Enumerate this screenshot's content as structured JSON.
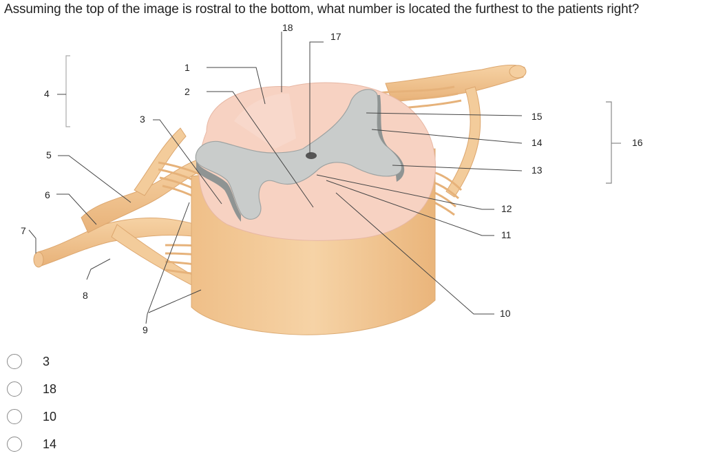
{
  "question": {
    "text": "Assuming the top of the image is rostral to the bottom, what number is located the furthest to the patients right?"
  },
  "figure": {
    "labels": {
      "l1": "1",
      "l2": "2",
      "l3": "3",
      "l4": "4",
      "l5": "5",
      "l6": "6",
      "l7": "7",
      "l8": "8",
      "l9": "9",
      "l10": "10",
      "l11": "11",
      "l12": "12",
      "l13": "13",
      "l14": "14",
      "l15": "15",
      "l16": "16",
      "l17": "17",
      "l18": "18"
    },
    "colors": {
      "white_matter": "#f2c896",
      "white_matter_light": "#f7d9b2",
      "gray_matter": "#c9cccb",
      "cut_face": "#f7d2c2",
      "nerve": "#efc088"
    }
  },
  "options": [
    {
      "label": "3"
    },
    {
      "label": "18"
    },
    {
      "label": "10"
    },
    {
      "label": "14"
    }
  ]
}
